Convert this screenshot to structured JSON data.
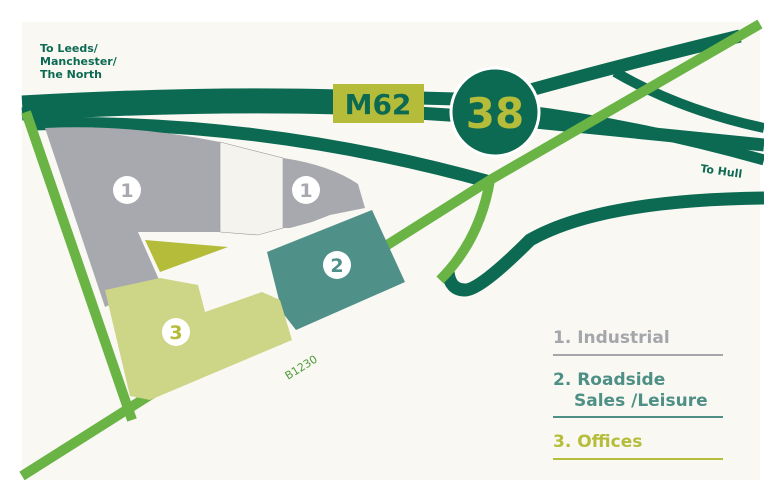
{
  "colors": {
    "background": "#f9f8f3",
    "motorway": "#0c6a52",
    "local_road": "#6ab446",
    "industrial": "#a7a9ae",
    "roadside": "#4f9088",
    "offices": "#cdd586",
    "olive": "#b4bc3a"
  },
  "labels": {
    "to_leeds": [
      "To Leeds/",
      "Manchester/",
      "The North"
    ],
    "to_hull": "To Hull",
    "b_road": "B1230",
    "motorway": "M62",
    "junction": "38"
  },
  "plots": [
    {
      "number": "1",
      "use": "industrial"
    },
    {
      "number": "1",
      "use": "industrial"
    },
    {
      "number": "2",
      "use": "roadside"
    },
    {
      "number": "3",
      "use": "offices"
    }
  ],
  "legend": [
    {
      "lines": [
        "1. Industrial"
      ],
      "color": "#a4a6ab"
    },
    {
      "lines": [
        "2. Roadside",
        "Sales /Leisure"
      ],
      "color": "#4e8f86"
    },
    {
      "lines": [
        "3. Offices"
      ],
      "color": "#b6bd3b"
    }
  ]
}
